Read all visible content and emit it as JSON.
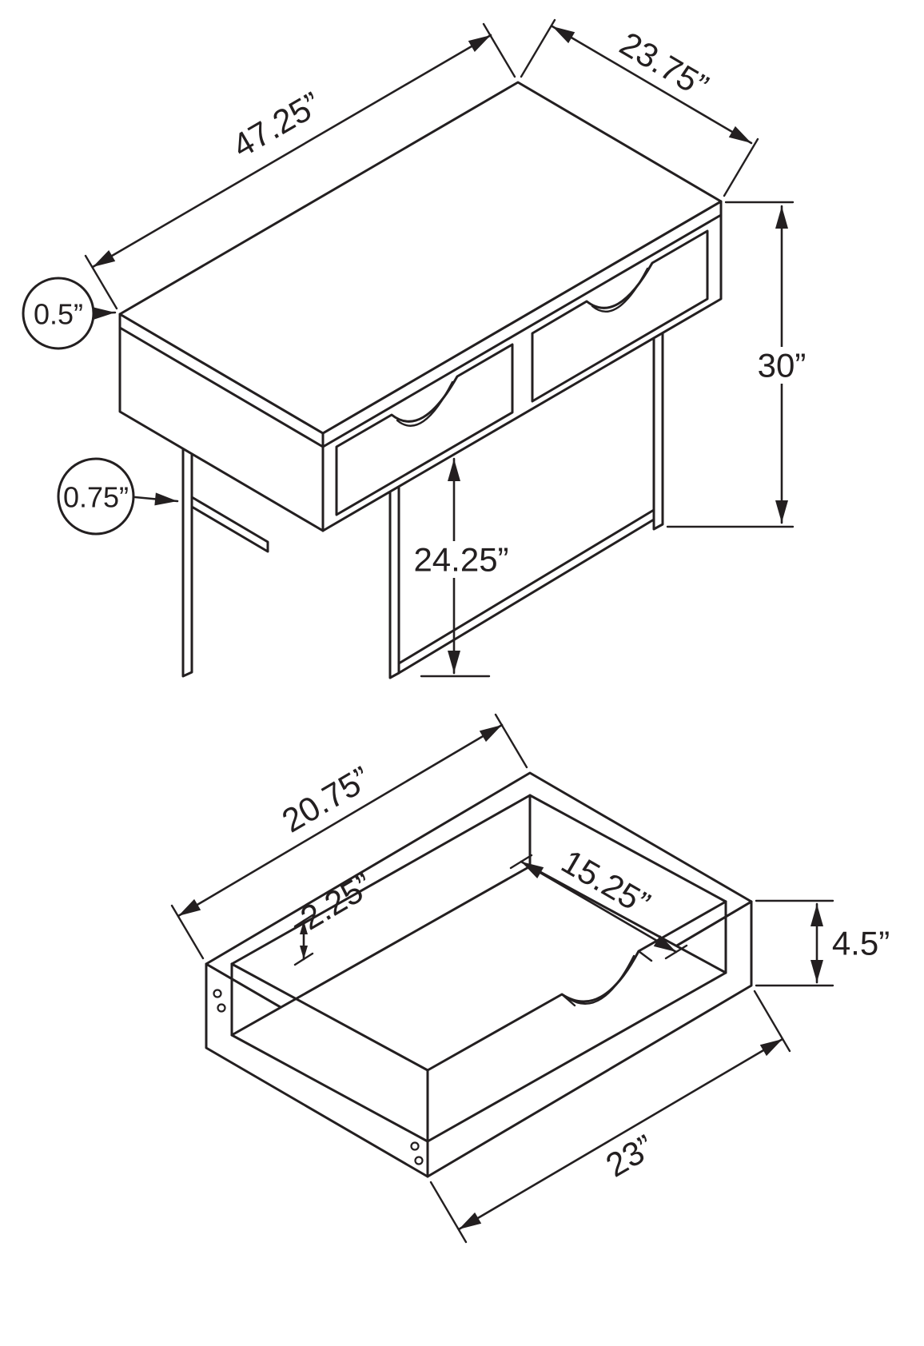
{
  "colors": {
    "line": "#231f20",
    "background": "#ffffff"
  },
  "desk": {
    "top_length_label": "47.25”",
    "top_depth_label": "23.75”",
    "top_thickness_label": "0.5”",
    "overall_height_label": "30”",
    "frame_thickness_label": "0.75”",
    "leg_clearance_label": "24.25”"
  },
  "drawer": {
    "length_label": "20.75”",
    "inner_width_label": "15.25”",
    "inner_height_label": "2.25”",
    "side_height_label": "4.5”",
    "depth_label": "23”"
  }
}
